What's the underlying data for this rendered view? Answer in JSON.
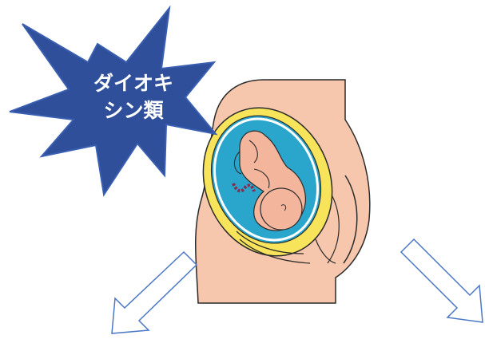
{
  "callout": {
    "line1": "ダイオキ",
    "line2": "シン類"
  },
  "colors": {
    "burst_fill": "#2f4f9a",
    "burst_stroke": "#3a5fb0",
    "skin": "#f6c7ad",
    "skin_outline": "#2a2a2a",
    "uterus_inner": "#f7e45a",
    "amniotic_fluid": "#2aa6cc",
    "fetus": "#f3b59c",
    "arrow_stroke": "#4a78c4"
  },
  "icons": {
    "left_arrow": "arrow-down-left-icon",
    "right_arrow": "arrow-down-right-icon",
    "starburst": "starburst-shape"
  }
}
